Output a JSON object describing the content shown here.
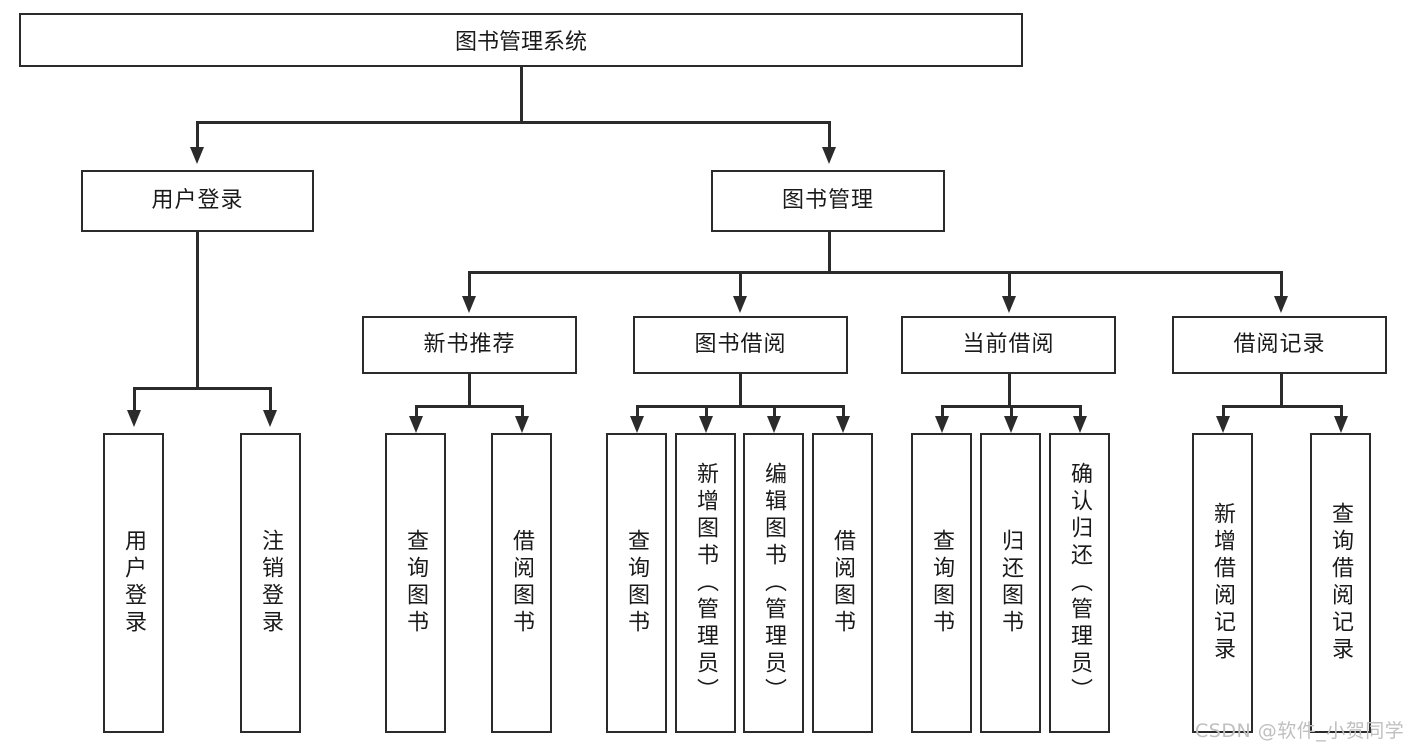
{
  "diagram": {
    "title": "图书管理系统",
    "type": "tree-hierarchy-diagram",
    "watermark": "CSDN @软件_小贺同学",
    "colors": {
      "stroke": "#2b2b2b",
      "fill": "#ffffff",
      "text": "#1a1a1a",
      "watermark": "#bfbfbf"
    },
    "root": {
      "label": "图书管理系统"
    },
    "level2": [
      {
        "id": "user-login",
        "label": "用户登录"
      },
      {
        "id": "book-manage",
        "label": "图书管理"
      }
    ],
    "level3": [
      {
        "id": "new-book-recommend",
        "label": "新书推荐"
      },
      {
        "id": "book-borrow",
        "label": "图书借阅"
      },
      {
        "id": "current-borrow",
        "label": "当前借阅"
      },
      {
        "id": "borrow-record",
        "label": "借阅记录"
      }
    ],
    "leaves": {
      "user_login": [
        {
          "id": "leaf-user-login",
          "label": "用户登录"
        },
        {
          "id": "leaf-logout",
          "label": "注销登录"
        }
      ],
      "new_book_recommend": [
        {
          "id": "leaf-query-book-1",
          "label": "查询图书"
        },
        {
          "id": "leaf-borrow-book-1",
          "label": "借阅图书"
        }
      ],
      "book_borrow": [
        {
          "id": "leaf-query-book-2",
          "label": "查询图书"
        },
        {
          "id": "leaf-add-book",
          "label": "新增图书（管理员）"
        },
        {
          "id": "leaf-edit-book",
          "label": "编辑图书（管理员）"
        },
        {
          "id": "leaf-borrow-book-2",
          "label": "借阅图书"
        }
      ],
      "current_borrow": [
        {
          "id": "leaf-query-book-3",
          "label": "查询图书"
        },
        {
          "id": "leaf-return-book",
          "label": "归还图书"
        },
        {
          "id": "leaf-confirm-return",
          "label": "确认归还（管理员）"
        }
      ],
      "borrow_record": [
        {
          "id": "leaf-add-record",
          "label": "新增借阅记录"
        },
        {
          "id": "leaf-query-record",
          "label": "查询借阅记录"
        }
      ]
    }
  }
}
